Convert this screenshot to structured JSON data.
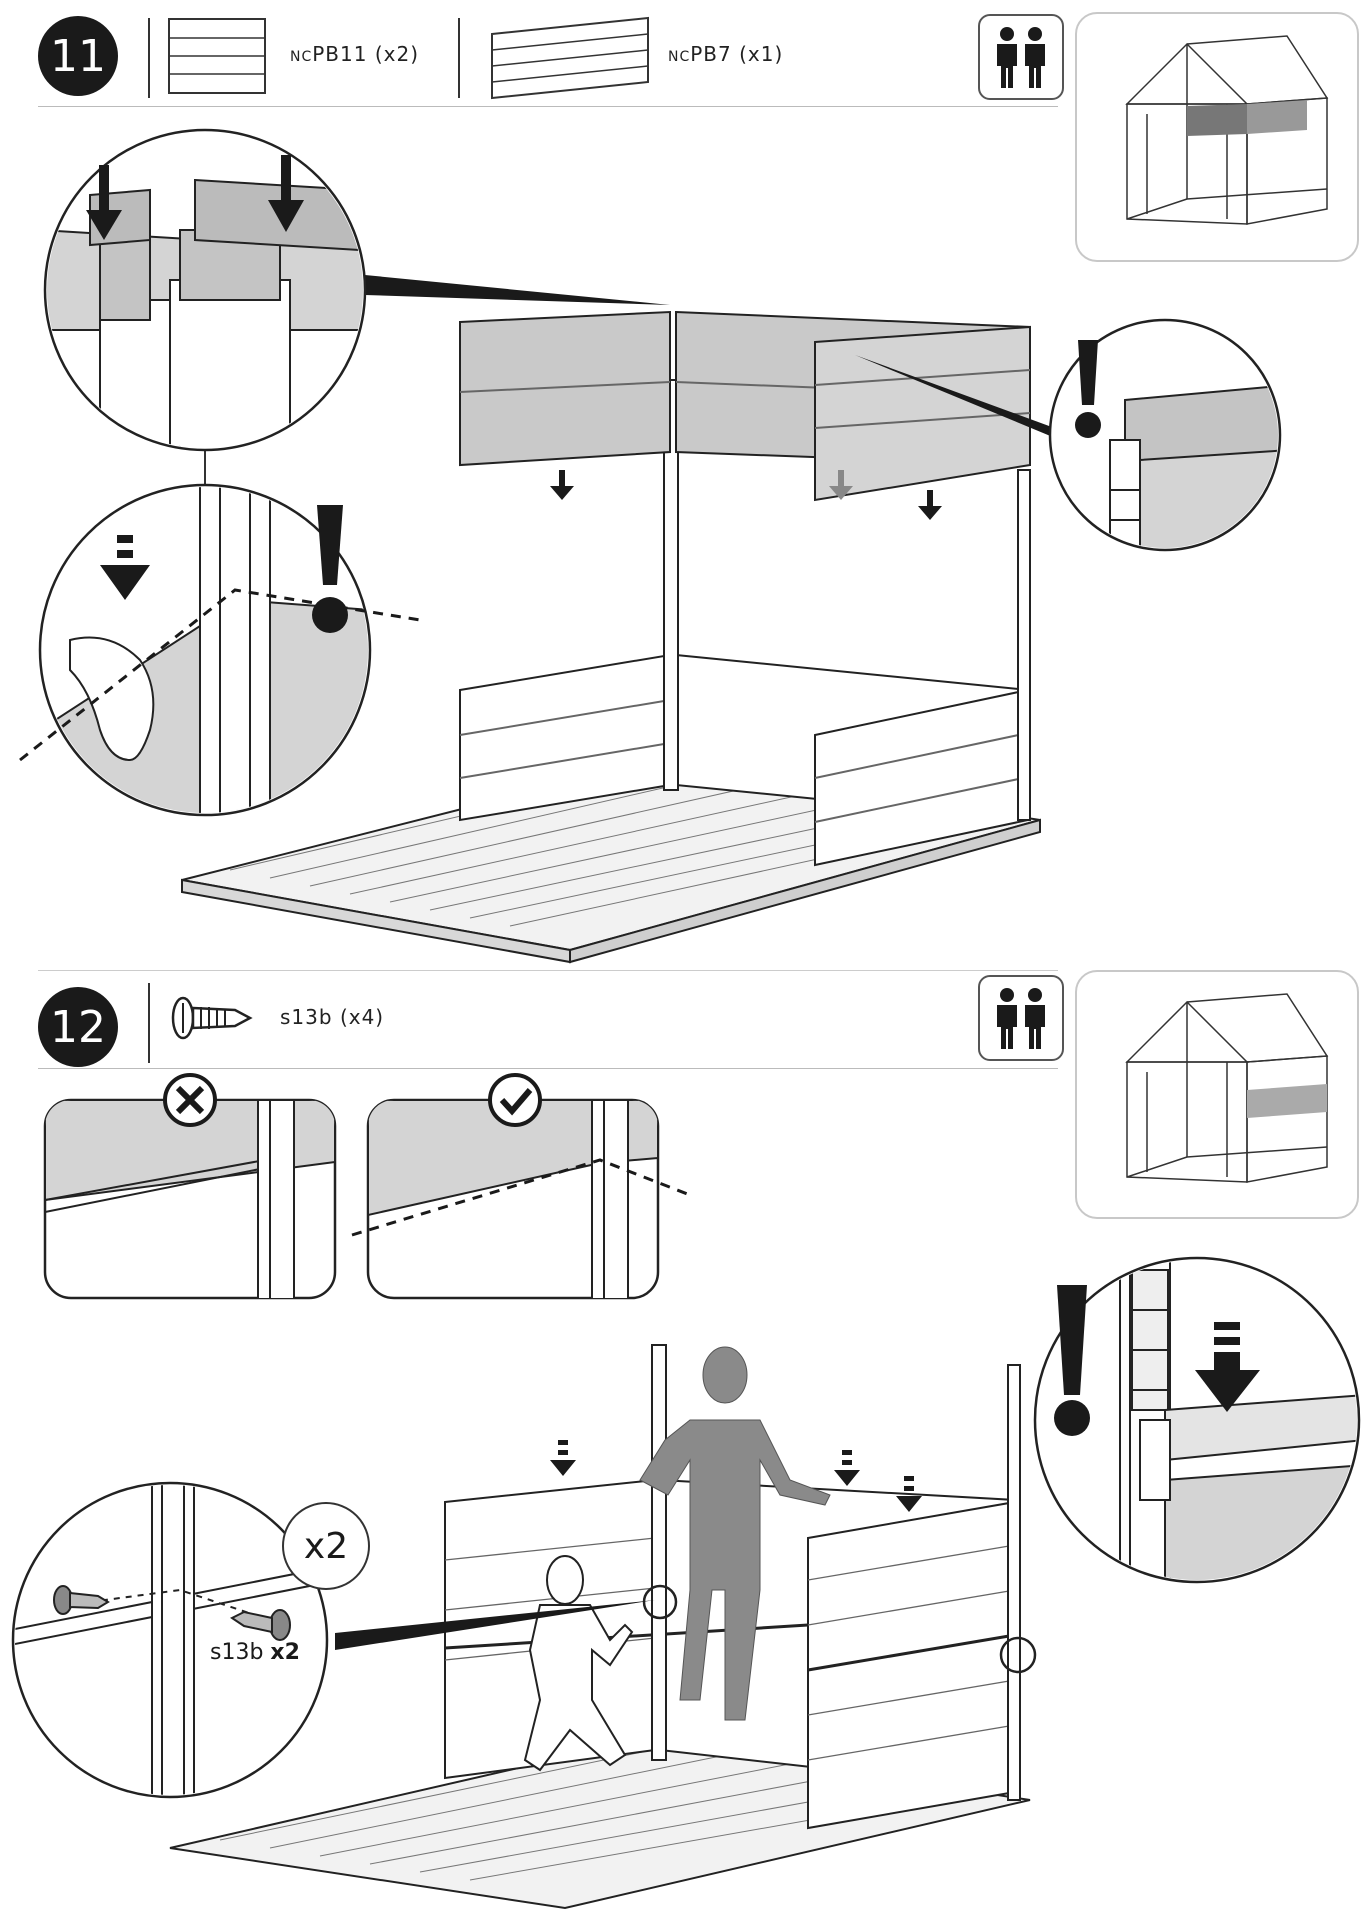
{
  "step11": {
    "number": "11",
    "parts": [
      {
        "prefix": "NC",
        "code": "PB11",
        "qty": "(x2)"
      },
      {
        "prefix": "NC",
        "code": "PB7",
        "qty": "(x1)"
      }
    ]
  },
  "step12": {
    "number": "12",
    "parts": [
      {
        "code": "s13b",
        "qty": "(x4)"
      }
    ],
    "detail_badge": "x2",
    "detail_screw_label": "s13b",
    "detail_screw_qty": "x2"
  },
  "icons": {
    "two_people": "two-people-icon",
    "warning": "exclamation-icon",
    "wrong": "cross-circle-icon",
    "correct": "check-circle-icon",
    "arrow_down": "arrow-down-icon"
  },
  "colors": {
    "ink": "#1a1a1a",
    "panel_fill": "#c9c9c9",
    "panel_light": "#e6e6e6",
    "line": "#333333"
  }
}
